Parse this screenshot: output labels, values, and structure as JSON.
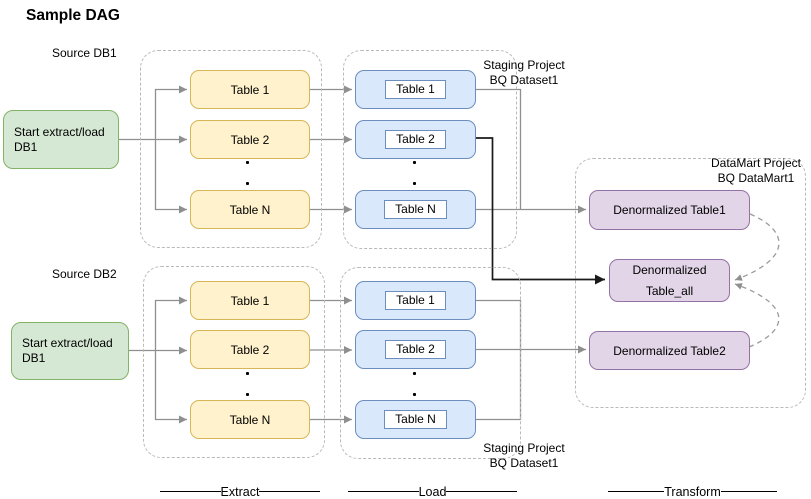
{
  "title": "Sample DAG",
  "row1": {
    "source_label": "Source DB1",
    "start_node": {
      "line1": "Start extract/load",
      "line2": "DB1"
    },
    "extract_tables": {
      "t1": "Table 1",
      "t2": "Table 2",
      "tn": "Table N"
    },
    "load_tables": {
      "t1": "Table 1",
      "t2": "Table 2",
      "tn": "Table N"
    },
    "staging_label": {
      "line1": "Staging Project",
      "line2": "BQ Dataset1"
    }
  },
  "row2": {
    "source_label": "Source DB2",
    "start_node": {
      "line1": "Start extract/load",
      "line2": "DB1"
    },
    "extract_tables": {
      "t1": "Table 1",
      "t2": "Table 2",
      "tn": "Table N"
    },
    "load_tables": {
      "t1": "Table 1",
      "t2": "Table 2",
      "tn": "Table N"
    },
    "staging_label": {
      "line1": "Staging Project",
      "line2": "BQ Dataset1"
    }
  },
  "datamart": {
    "label": {
      "line1": "DataMart Project",
      "line2": "BQ DataMart1"
    },
    "table1": "Denormalized Table1",
    "table_all": {
      "line1": "Denormalized",
      "line2": "Table_all"
    },
    "table2": "Denormalized Table2"
  },
  "sections": {
    "extract": "Extract",
    "load": "Load",
    "transform": "Transform"
  },
  "colors": {
    "start_fill": "#d5e8d4",
    "start_border": "#82b366",
    "extract_fill": "#fff2cc",
    "extract_border": "#d6b656",
    "load_fill": "#dae8fc",
    "load_border": "#6c8ebf",
    "datamart_fill": "#e1d5e7",
    "datamart_border": "#9673a6",
    "connector": "#8f8f8f",
    "emphasis_connector": "#1a1a1a",
    "container_border": "#b9b9b9"
  }
}
